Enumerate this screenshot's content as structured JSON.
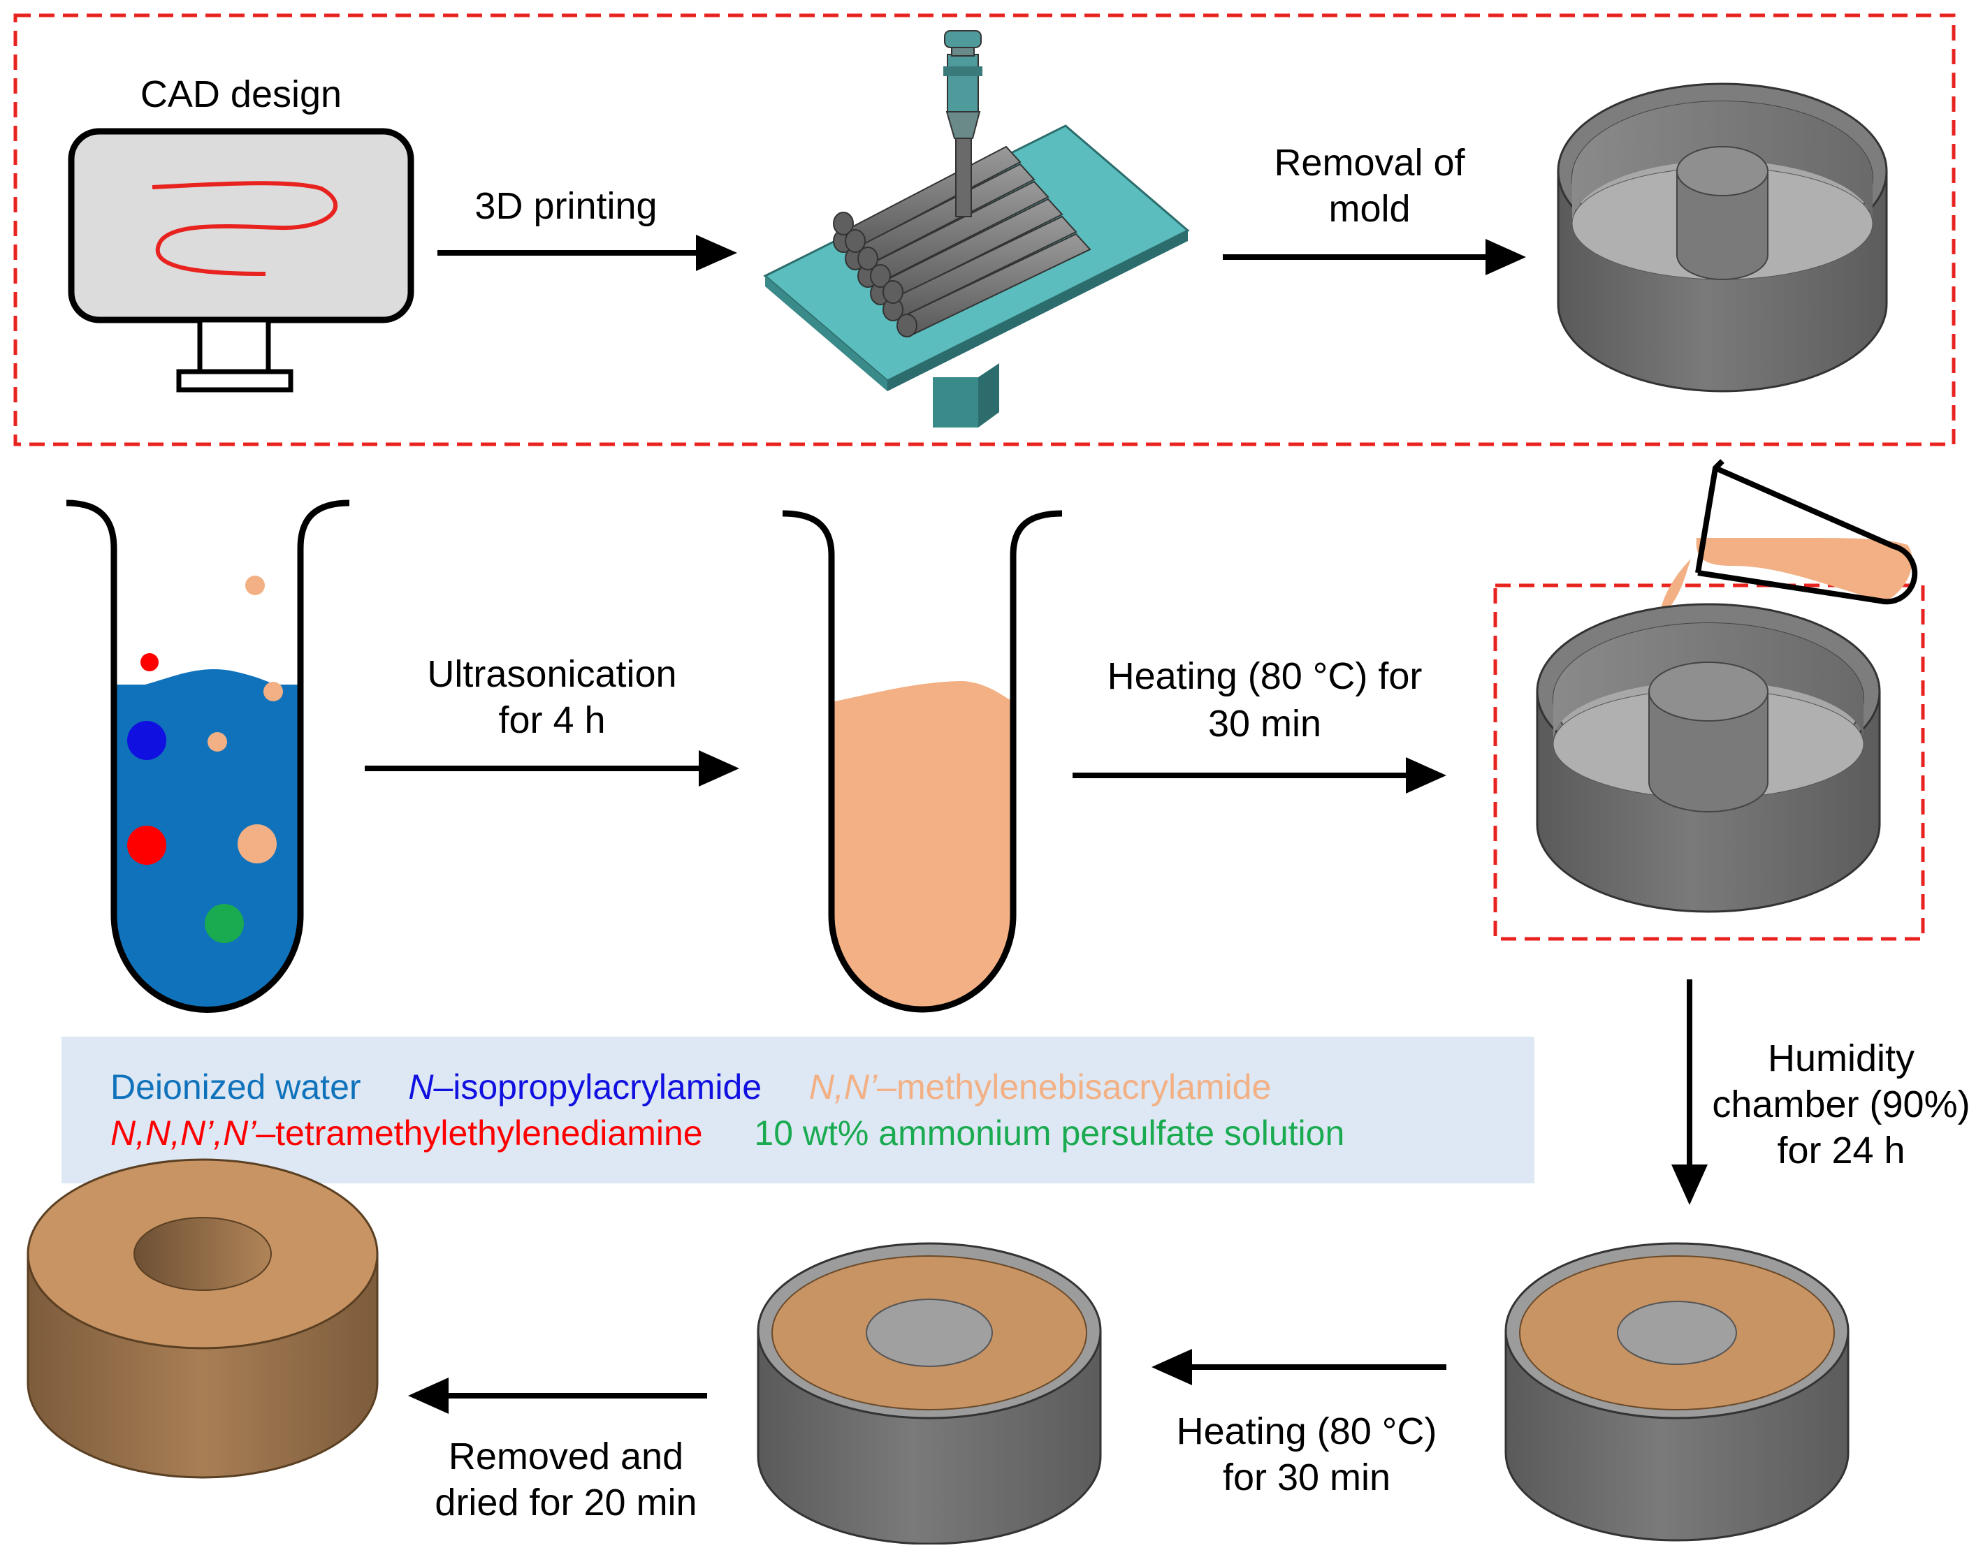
{
  "steps": {
    "cad_design": "CAD design",
    "printing": "3D printing",
    "removal_line1": "Removal of",
    "removal_line2": "mold",
    "ultra_line1": "Ultrasonication",
    "ultra_line2": "for 4 h",
    "heat1_line1": "Heating (80 °C) for",
    "heat1_line2": "30 min",
    "humid_line1": "Humidity",
    "humid_line2": "chamber (90%)",
    "humid_line3": "for 24 h",
    "heat2_line1": "Heating (80 °C)",
    "heat2_line2": "for 30 min",
    "dried_line1": "Removed and",
    "dried_line2": "dried for 20 min"
  },
  "legend": {
    "water": "Deionized water",
    "nipam_prefix": "N",
    "nipam_rest": "–isopropylacrylamide",
    "mbaa_prefix": "N,N’",
    "mbaa_rest": "–methylenebisacrylamide",
    "temed_prefix": "N,N,N’,N’",
    "temed_rest": "–tetramethylethylenediamine",
    "aps": "10 wt% ammonium persulfate solution"
  },
  "colors": {
    "water": "#0f72bb",
    "nipam": "#1010e0",
    "mbaa": "#f2b084",
    "temed": "#ff0000",
    "aps": "#1aaa50",
    "dash": "#e8231f",
    "mold_gray": "#6e6e6e",
    "gel": "#c89464",
    "platform": "#5bbdbd"
  }
}
